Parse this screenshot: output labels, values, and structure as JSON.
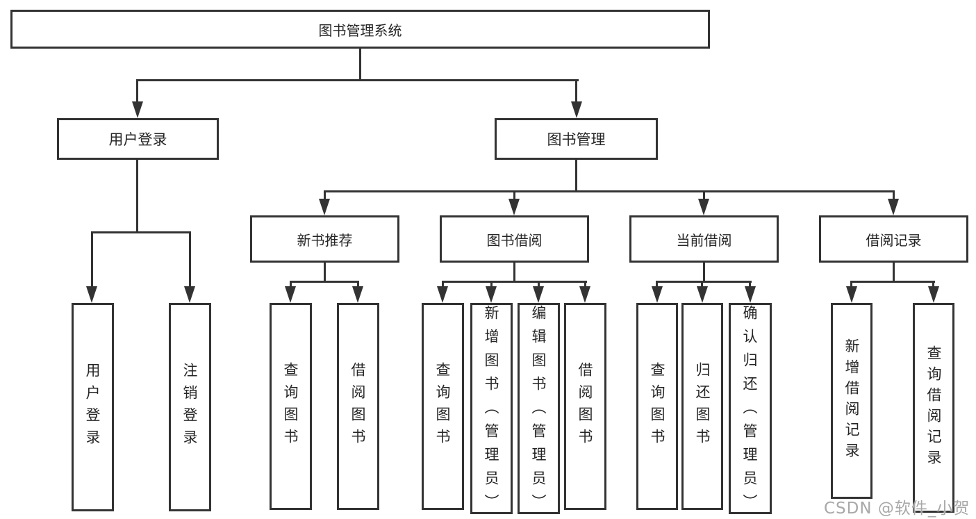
{
  "tree": {
    "label": "图书管理系统",
    "children": [
      {
        "label": "用户登录",
        "children": [
          {
            "label": "用户登录"
          },
          {
            "label": "注销登录"
          }
        ]
      },
      {
        "label": "图书管理",
        "children": [
          {
            "label": "新书推荐",
            "children": [
              {
                "label": "查询图书"
              },
              {
                "label": "借阅图书"
              }
            ]
          },
          {
            "label": "图书借阅",
            "children": [
              {
                "label": "查询图书"
              },
              {
                "label": "新增图书（管理员）"
              },
              {
                "label": "编辑图书（管理员）"
              },
              {
                "label": "借阅图书"
              }
            ]
          },
          {
            "label": "当前借阅",
            "children": [
              {
                "label": "查询图书"
              },
              {
                "label": "归还图书"
              },
              {
                "label": "确认归还（管理员）"
              }
            ]
          },
          {
            "label": "借阅记录",
            "children": [
              {
                "label": "新增借阅记录"
              },
              {
                "label": "查询借阅记录"
              }
            ]
          }
        ]
      }
    ]
  },
  "watermark": "CSDN @软件_小贺同学",
  "colors": {
    "line": "#333333",
    "text": "#262626",
    "watermark": "#a8a8a8"
  }
}
